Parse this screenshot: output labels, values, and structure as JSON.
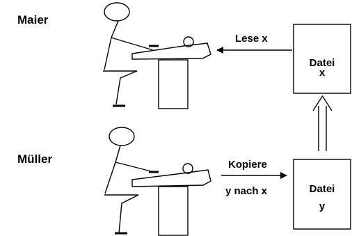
{
  "users": [
    {
      "name": "Maier"
    },
    {
      "name": "Müller"
    }
  ],
  "arrows": {
    "read": {
      "label": "Lese x"
    },
    "copy": {
      "line1": "Kopiere",
      "line2": "y nach x"
    }
  },
  "files": [
    {
      "title": "Datei",
      "var": "x"
    },
    {
      "title": "Datei",
      "var": "y"
    }
  ]
}
